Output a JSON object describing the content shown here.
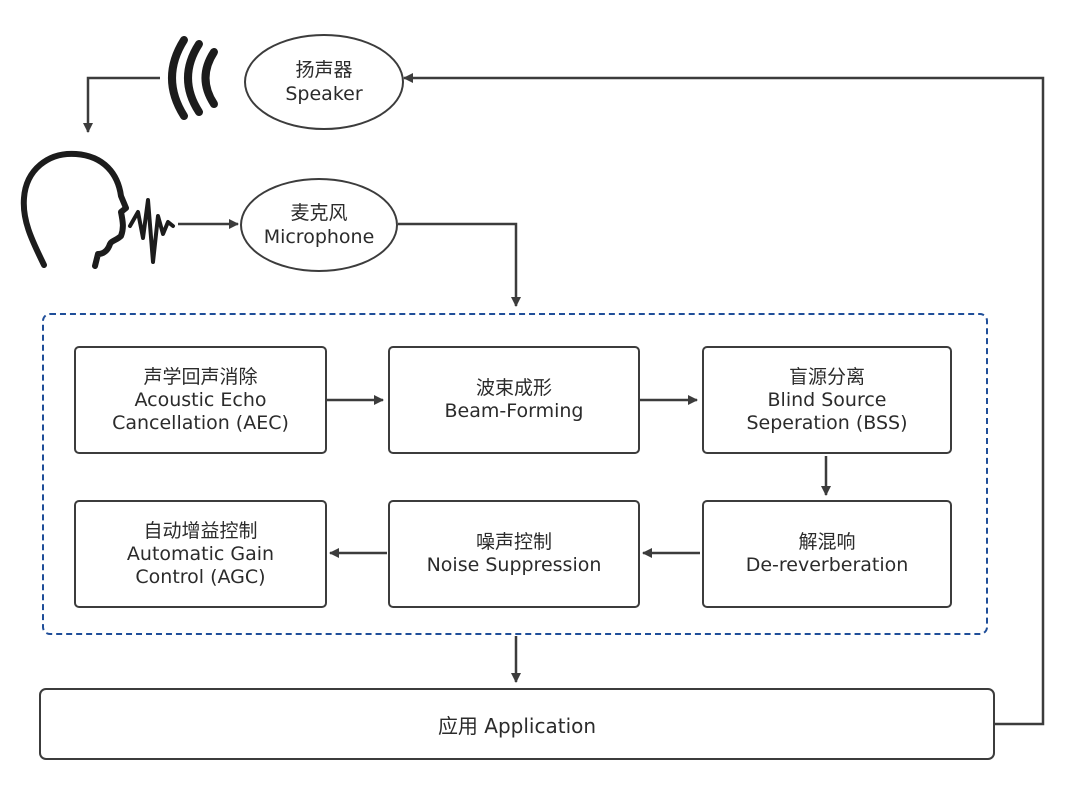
{
  "speaker": {
    "cn": "扬声器",
    "en": "Speaker"
  },
  "microphone": {
    "cn": "麦克风",
    "en": "Microphone"
  },
  "blocks": {
    "aec": {
      "cn": "声学回声消除",
      "en1": "Acoustic Echo",
      "en2": "Cancellation (AEC)"
    },
    "bf": {
      "cn": "波束成形",
      "en1": "Beam-Forming"
    },
    "bss": {
      "cn": "盲源分离",
      "en1": "Blind Source",
      "en2": "Seperation (BSS)"
    },
    "derev": {
      "cn": "解混响",
      "en1": "De-reverberation"
    },
    "ns": {
      "cn": "噪声控制",
      "en1": "Noise Suppression"
    },
    "agc": {
      "cn": "自动增益控制",
      "en1": "Automatic Gain",
      "en2": "Control (AGC)"
    }
  },
  "application": {
    "label": "应用 Application"
  },
  "icons": [
    "sound-waves-icon",
    "human-head-speaking-icon",
    "voice-waveform-icon"
  ],
  "colors": {
    "dashed_border": "#1f4e99",
    "line": "#3c3c3c"
  }
}
